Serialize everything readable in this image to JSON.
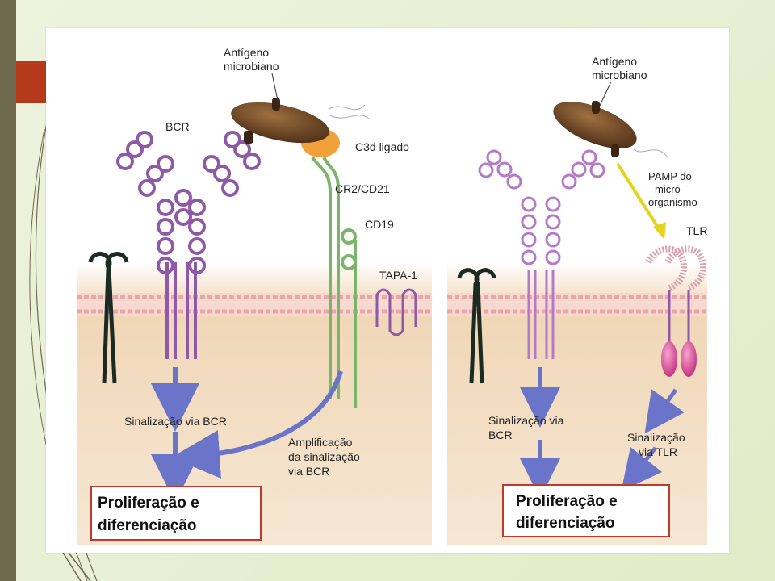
{
  "slide": {
    "colors": {
      "left_bar": "#6f6a4f",
      "accent": "#b53a1c",
      "background": "#e6eed0"
    }
  },
  "left_panel": {
    "antigen_label_line1": "Antígeno",
    "antigen_label_line2": "microbiano",
    "bcr_label": "BCR",
    "c3d_label": "C3d ligado",
    "cr2_label": "CR2/CD21",
    "cd19_label": "CD19",
    "tapa_label": "TAPA-1",
    "signal_label": "Sinalização via BCR",
    "amp_line1": "Amplificação",
    "amp_line2": "da sinalização",
    "amp_line3": "via BCR",
    "result_line1": "Proliferação e",
    "result_line2": "diferenciação"
  },
  "right_panel": {
    "antigen_label_line1": "Antígeno",
    "antigen_label_line2": "microbiano",
    "pamp_line1": "PAMP do",
    "pamp_line2": "micro-",
    "pamp_line3": "organismo",
    "tlr_label": "TLR",
    "signal_bcr_line1": "Sinalização via",
    "signal_bcr_line2": "BCR",
    "signal_tlr_line1": "Sinalização",
    "signal_tlr_line2": "via TLR",
    "result_line1": "Proliferação e",
    "result_line2": "diferenciação"
  }
}
